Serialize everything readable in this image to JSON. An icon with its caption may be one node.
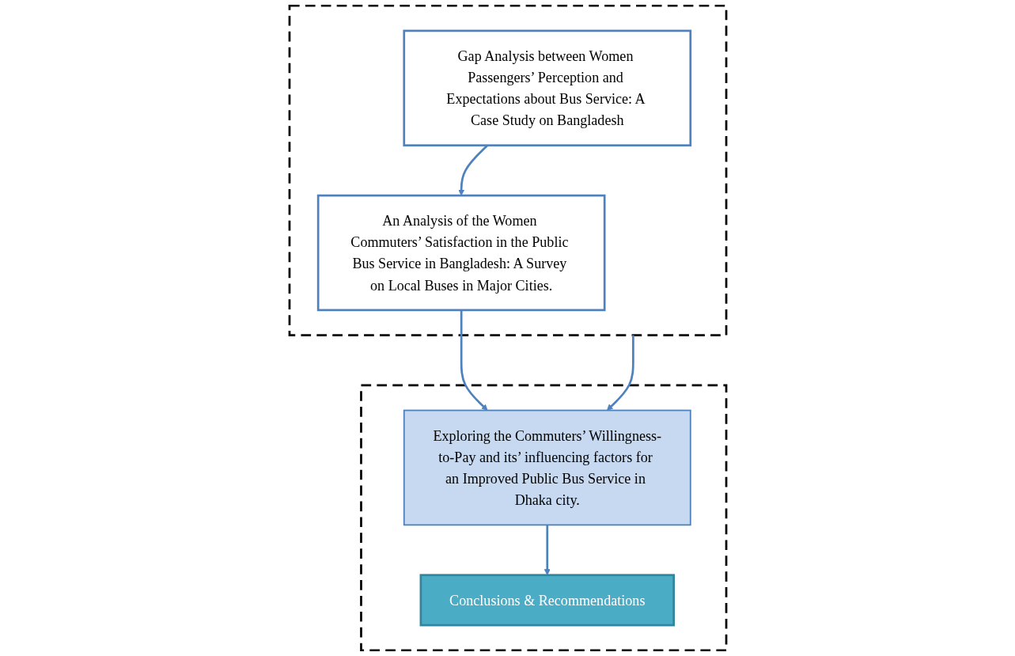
{
  "diagram": {
    "nodes": [
      {
        "text": [],
        "shape": "box"
      },
      {
        "text": [
          "Gap Analysis between Women Passengers’ Perception and Expectations about Bus Service: A Case Study on Bangladesh"
        ],
        "in": 0
      },
      {
        "text": [
          "An Analysis of the Women Commuters’ Satisfaction in the Public Bus Service in Bangladesh: A Survey on Local Buses in Major Cities."
        ],
        "in": 0
      },
      {
        "text": [],
        "shape": "box"
      },
      {
        "text": [
          "Exploring the Commuters’ Willingness-to-Pay and its’ influencing factors for an Improved Public Bus Service in Dhaka city."
        ],
        "in": 3
      },
      {
        "text": [
          "Conclusions & Recommendations"
        ],
        "in": 3
      }
    ],
    "edges": [
      {
        "from": 1,
        "to": 2,
        "arrow": "to"
      },
      {
        "from": 0,
        "to": 4,
        "arrow": "to"
      },
      {
        "from": 2,
        "to": 4,
        "arrow": "to"
      },
      {
        "from": 4,
        "to": 5,
        "arrow": "to"
      }
    ]
  }
}
